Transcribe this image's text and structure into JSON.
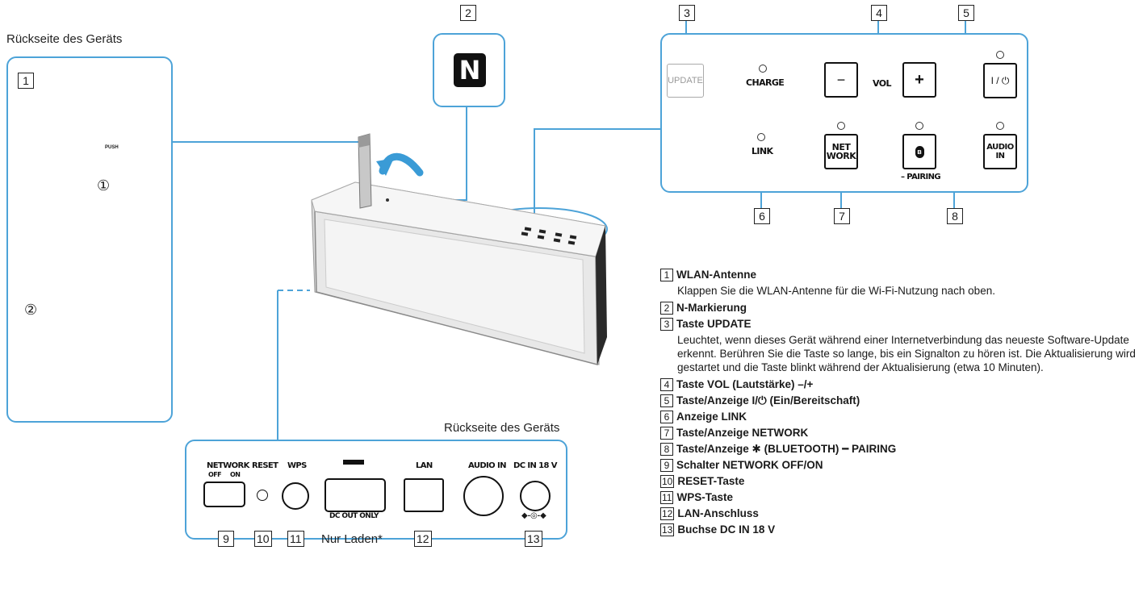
{
  "captions": {
    "back_left": "Rückseite des Geräts",
    "back_bottom": "Rückseite des Geräts",
    "nur_laden": "Nur Laden*"
  },
  "callouts": [
    "1",
    "2",
    "3",
    "4",
    "5",
    "6",
    "7",
    "8",
    "9",
    "10",
    "11",
    "12",
    "13"
  ],
  "antenna_steps": {
    "step1": "①",
    "step2": "②",
    "push": "PUSH"
  },
  "nfc": {
    "symbol": "N"
  },
  "control_panel": {
    "update": "UPDATE",
    "charge": "CHARGE",
    "vol_minus": "−",
    "vol": "VOL",
    "vol_plus": "+",
    "power": "I / ⏻",
    "link": "LINK",
    "network_line1": "NET",
    "network_line2": "WORK",
    "bluetooth_symbol": "ʙ",
    "pairing": "– PAIRING",
    "audio_in_line1": "AUDIO",
    "audio_in_line2": "IN"
  },
  "rear_panel": {
    "network": "NETWORK",
    "off": "OFF",
    "on": "ON",
    "reset": "RESET",
    "wps": "WPS",
    "dc_out_only": "DC OUT ONLY",
    "lan": "LAN",
    "audio_in": "AUDIO IN",
    "dc_in": "DC IN 18 V"
  },
  "legend": [
    {
      "num": "1",
      "title": "WLAN-Antenne",
      "desc": "Klappen Sie die WLAN-Antenne für die Wi-Fi-Nutzung nach oben."
    },
    {
      "num": "2",
      "title": "N-Markierung",
      "desc": ""
    },
    {
      "num": "3",
      "title": "Taste UPDATE",
      "desc": "Leuchtet, wenn dieses Gerät während einer Internetverbindung das neueste Software-Update erkennt. Berühren Sie die Taste so lange, bis ein Signalton zu hören ist. Die Aktualisierung wird gestartet und die Taste blinkt während der Aktualisierung (etwa 10 Minuten)."
    },
    {
      "num": "4",
      "title": "Taste VOL (Lautstärke) –/+",
      "desc": ""
    },
    {
      "num": "5",
      "title": "Taste/Anzeige I/⏻ (Ein/Bereitschaft)",
      "desc": ""
    },
    {
      "num": "6",
      "title": "Anzeige LINK",
      "desc": ""
    },
    {
      "num": "7",
      "title": "Taste/Anzeige NETWORK",
      "desc": ""
    },
    {
      "num": "8",
      "title": "Taste/Anzeige ✱ (BLUETOOTH) ━ PAIRING",
      "desc": ""
    },
    {
      "num": "9",
      "title": "Schalter NETWORK OFF/ON",
      "desc": ""
    },
    {
      "num": "10",
      "title": "RESET-Taste",
      "desc": ""
    },
    {
      "num": "11",
      "title": "WPS-Taste",
      "desc": ""
    },
    {
      "num": "12",
      "title": "LAN-Anschluss",
      "desc": ""
    },
    {
      "num": "13",
      "title": "Buchse DC IN 18 V",
      "desc": ""
    }
  ],
  "colors": {
    "accent": "#4da3d8",
    "arrow": "#3a9bd6",
    "gray_arrow": "#666666"
  }
}
